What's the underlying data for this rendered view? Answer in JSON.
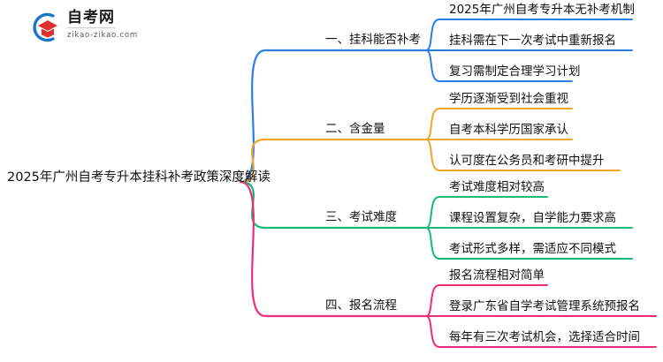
{
  "logo": {
    "title": "自考网",
    "subtitle": "zikao-zikao.com",
    "mark_name": "graduation-cap-logo",
    "ring_color": "#1878c8",
    "cap_color": "#e03131"
  },
  "mindmap": {
    "root": {
      "label": "2025年广州自考专升本挂科补考政策深度解读"
    },
    "branches": [
      {
        "label": "一、挂科能否补考",
        "color": "#2b7fe0",
        "children": [
          "2025年广州自考专升本无补考机制",
          "挂科需在下一次考试中重新报名",
          "复习需制定合理学习计划"
        ]
      },
      {
        "label": "二、含金量",
        "color": "#f0a62a",
        "children": [
          "学历逐渐受到社会重视",
          "自考本科学历国家承认",
          "认可度在公务员和考研中提升"
        ]
      },
      {
        "label": "三、考试难度",
        "color": "#17b978",
        "children": [
          "考试难度相对较高",
          "课程设置复杂，自学能力要求高",
          "考试形式多样，需适应不同模式"
        ]
      },
      {
        "label": "四、报名流程",
        "color": "#ee2d7a",
        "children": [
          "报名流程相对简单",
          "登录广东省自学考试管理系统预报名",
          "每年有三次考试机会，选择适合时间"
        ]
      }
    ]
  }
}
